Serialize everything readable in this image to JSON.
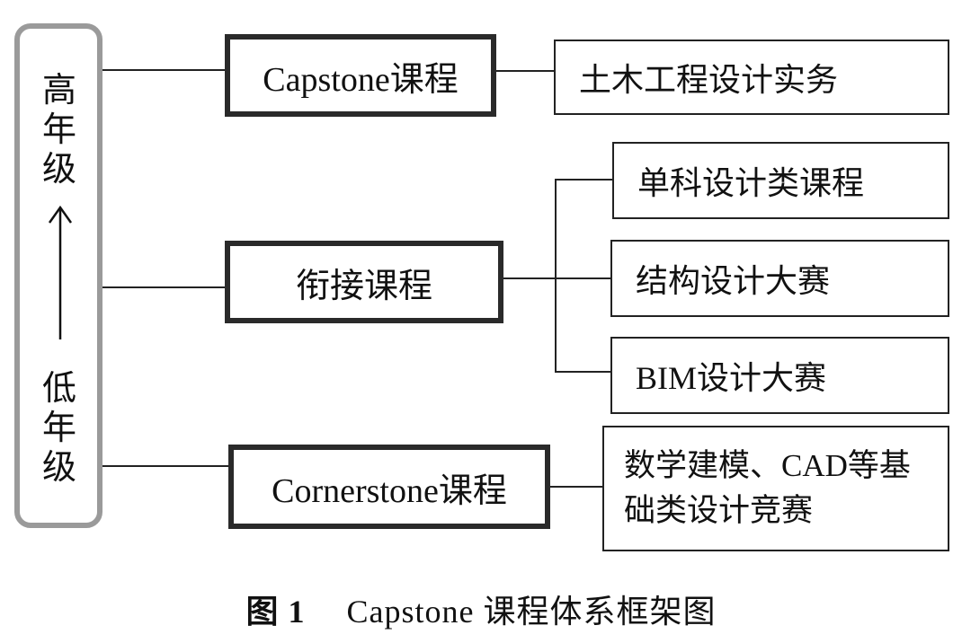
{
  "level_bar": {
    "top_label": [
      "高",
      "年",
      "级"
    ],
    "bottom_label": [
      "低",
      "年",
      "级"
    ],
    "direction": "up",
    "border_color": "#9a9a9a"
  },
  "nodes": {
    "capstone": "Capstone课程",
    "bridge": "衔接课程",
    "cornerstone": "Cornerstone课程"
  },
  "leaves": {
    "capstone_1": "土木工程设计实务",
    "bridge_1": "单科设计类课程",
    "bridge_2": "结构设计大赛",
    "bridge_3": "BIM设计大赛",
    "cornerstone_1_line1": "数学建模、CAD等基",
    "cornerstone_1_line2": "础类设计竞赛"
  },
  "caption": {
    "number": "图 1",
    "title": "Capstone 课程体系框架图"
  }
}
